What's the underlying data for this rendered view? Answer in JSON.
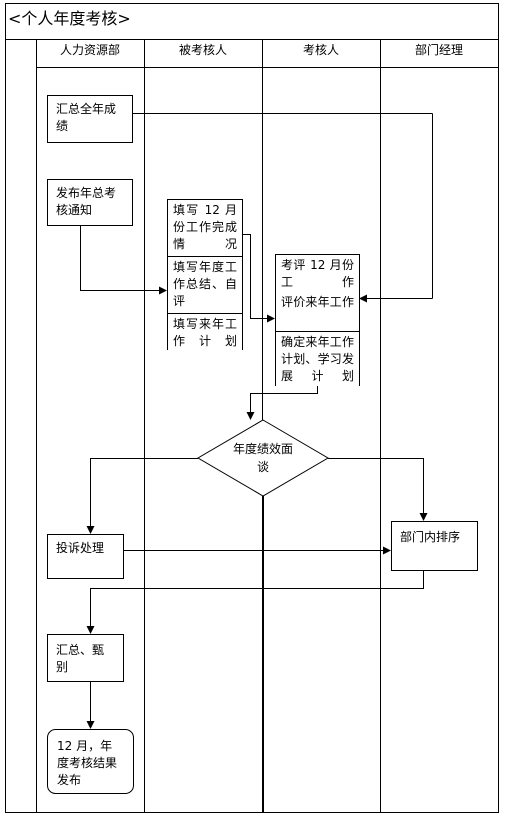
{
  "title": "<个人年度考核>",
  "lanes": [
    "人力资源部",
    "被考核人",
    "考核人",
    "部门经理"
  ],
  "nodes": {
    "summarize_year": "汇总全年成绩",
    "publish_notice": "发布年总考核通知",
    "fill_dec_work": "填写 12 月份工作完成情况",
    "fill_year_summary": "填写年度工作总结、自评",
    "fill_next_plan": "填写来年工作计划",
    "eval_dec": "考评 12 月份工作",
    "eval_next_work": "评价来年工作",
    "confirm_plan": "确定来年工作计划、学习发展计划",
    "interview": "年度绩效面谈",
    "complaint": "投诉处理",
    "dept_rank": "部门内排序",
    "summarize_screen": "汇总、甄别",
    "publish_result": "12 月，年度考核结果发布"
  }
}
